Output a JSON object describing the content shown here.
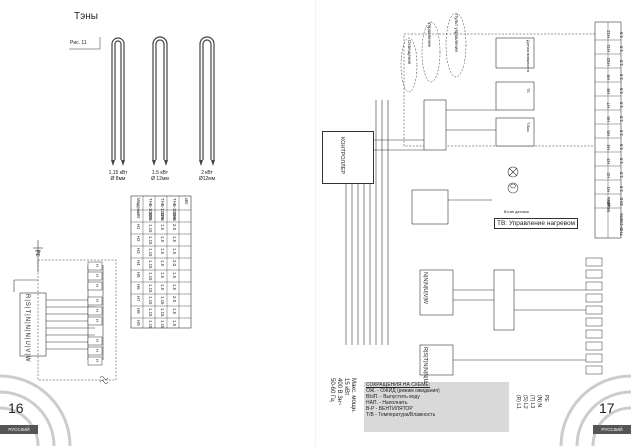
{
  "left_page": {
    "heading": "Тэны",
    "figure_label": "Рис. 11",
    "heaters": [
      {
        "power": "1.15 кВт",
        "diameter": "Ø 8мм"
      },
      {
        "power": "1.5 кВт",
        "diameter": "Ø 12мм"
      },
      {
        "power": "2 кВт",
        "diameter": "Ø12мм"
      }
    ],
    "page_number": "16",
    "language": "РУССКИЙ",
    "table": {
      "headers": [
        "Модель",
        "кВт",
        "H1",
        "H2",
        "H3",
        "H4",
        "H5",
        "H6",
        "H7",
        "H8",
        "H9"
      ],
      "rows": [
        [
          "ТНВ-105R6",
          "10.5",
          "1.15",
          "1.15",
          "1.15",
          "1.15",
          "1.15",
          "1.15",
          "1.15",
          "1.15",
          "1.15"
        ],
        [
          "ТНВ-120R6",
          "12.0",
          "1.5",
          "1.5",
          "1.5",
          "1.5",
          "1.5",
          "1.5",
          "1.15",
          "1.15",
          "1.15"
        ],
        [
          "ТНВ-150R6",
          "15.0",
          "2.0",
          "1.5",
          "1.5",
          "2.0",
          "1.5",
          "1.5",
          "2.0",
          "1.5",
          "1.5"
        ]
      ]
    },
    "terminals_top": [
      "R",
      "S",
      "T",
      "N",
      "N",
      "N",
      "U",
      "V",
      "W"
    ],
    "heater_labels": [
      "H",
      "H",
      "H",
      "H",
      "H",
      "H",
      "H",
      "H",
      "H"
    ],
    "pe_label": "PE"
  },
  "right_page": {
    "page_number": "17",
    "language": "РУССКИЙ",
    "controller_label": "КОНТРОЛЛЕР",
    "tv_label": "ТВ: Управление нагревом",
    "tv_small": "Вл-ве датчике",
    "control_labels": [
      "Управление",
      "Пульт управления",
      "Освещение"
    ],
    "sensor_labels": [
      "Датчик влажности",
      "ТБ",
      "Т.Выс."
    ],
    "terminals_bottom": [
      "R",
      "S",
      "T",
      "N",
      "N",
      "N",
      "U",
      "V",
      "W"
    ],
    "terminals_mid": [
      "N",
      "N",
      "N",
      "U",
      "V",
      "W"
    ],
    "phases": [
      "(R) L1",
      "(S) L2",
      "(T) L3",
      "(N) N",
      "PE"
    ],
    "max_power": [
      "Макс. мощн.",
      "15 кВт",
      "400 В 3н~",
      "50-60 Гц"
    ],
    "legend": {
      "title": "СОКРАЩЕНИЯ НА СХЕМЕ:",
      "items": [
        "ОЖ. - ОЖИД (режим ожидания)",
        "ВЫП. - Выпустить воду",
        "НАП. - Наполнить",
        "В-Р - ВЕНТИЛЯТОР",
        "Т/В - Температура/Влажность"
      ]
    },
    "table": {
      "headers": [
        "Модель",
        "кВт",
        "H1",
        "H2",
        "H3",
        "H4",
        "H5",
        "H6",
        "H7",
        "H8",
        "H9",
        "H10",
        "H11",
        "H12"
      ],
      "row": [
        "ТНВ-150R6",
        "15.0",
        "1.5",
        "1.5",
        "1.5",
        "1.5",
        "1.5",
        "1.5",
        "1.5",
        "1.5",
        "1.5",
        "1.5",
        "1.5",
        "1.5"
      ]
    }
  },
  "colors": {
    "page": "#ffffff",
    "gutter": "#f2f2f2",
    "legend_bg": "#d9d9d9",
    "tag": "#555555",
    "line": "#333333"
  }
}
